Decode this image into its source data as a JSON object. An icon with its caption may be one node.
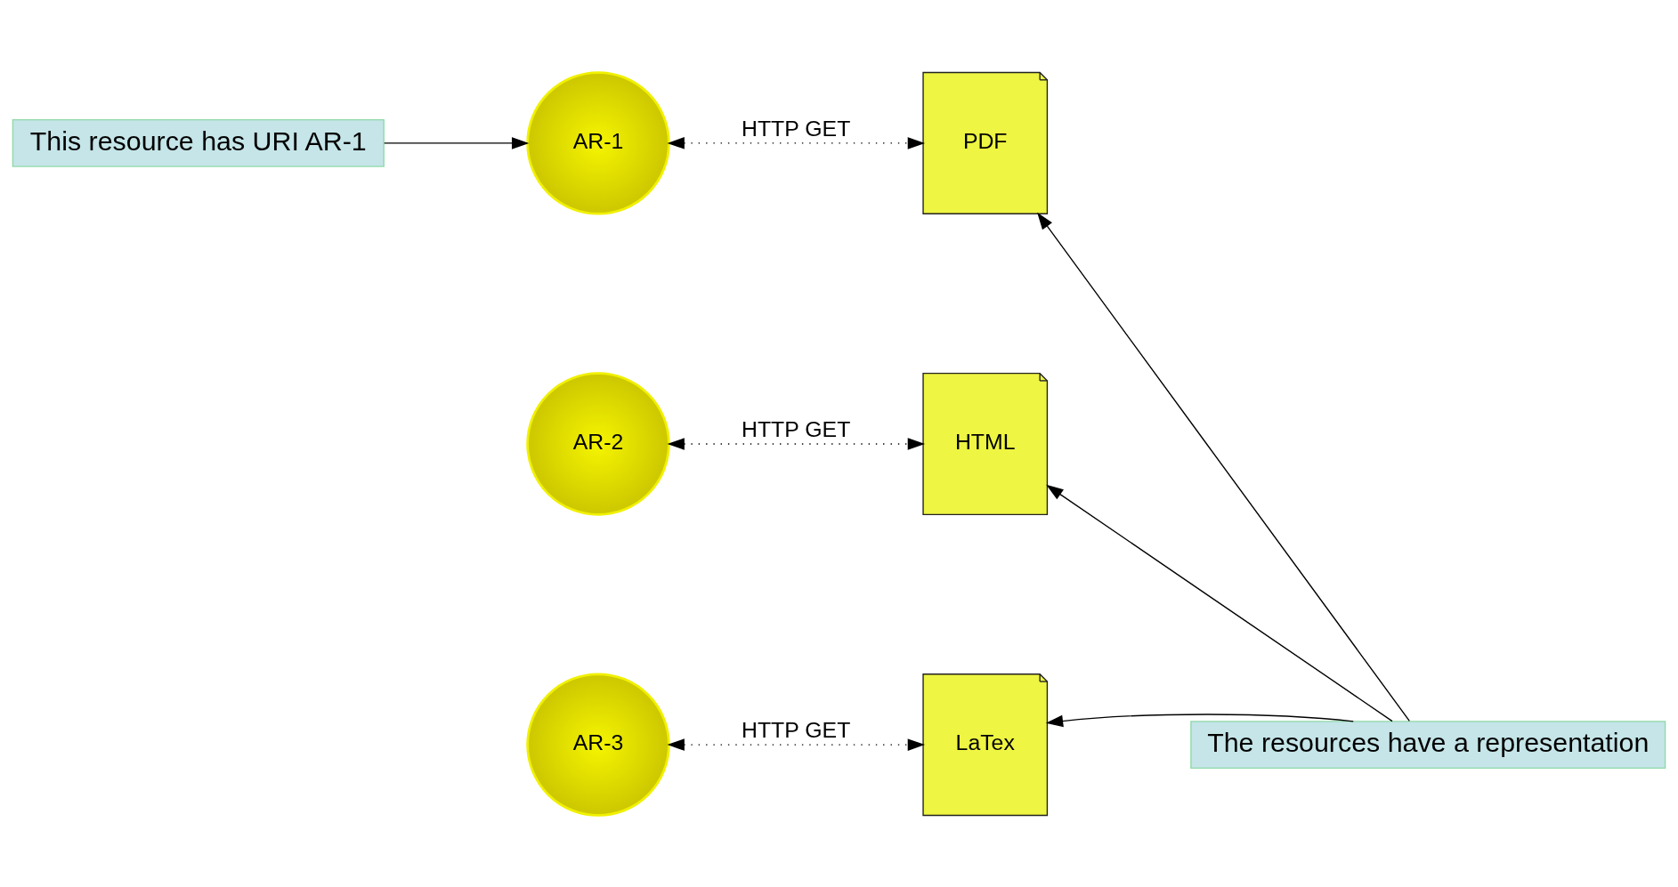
{
  "diagram": {
    "nodes": [
      {
        "text": [
          "This resource has URI AR-1"
        ]
      },
      {
        "text": [
          "AR-1"
        ]
      },
      {
        "text": [
          "PDF"
        ]
      },
      {
        "text": [
          "AR-2"
        ]
      },
      {
        "text": [
          "HTML"
        ]
      },
      {
        "text": [
          "AR-3"
        ]
      },
      {
        "text": [
          "LaTex"
        ]
      },
      {
        "text": [
          "The resources have a representation"
        ]
      }
    ],
    "edges": [
      {
        "from": 0,
        "to": 1,
        "arrow": "to"
      },
      {
        "from": 1,
        "to": 2,
        "arrow": "both",
        "label": "HTTP GET",
        "style": "dashed"
      },
      {
        "from": 3,
        "to": 4,
        "arrow": "both",
        "label": "HTTP GET",
        "style": "dashed"
      },
      {
        "from": 5,
        "to": 6,
        "arrow": "both",
        "label": "HTTP GET",
        "style": "dashed"
      },
      {
        "from": 7,
        "to": 2,
        "arrow": "to"
      },
      {
        "from": 7,
        "to": 4,
        "arrow": "to"
      },
      {
        "from": 7,
        "to": 6,
        "arrow": "to"
      }
    ]
  }
}
